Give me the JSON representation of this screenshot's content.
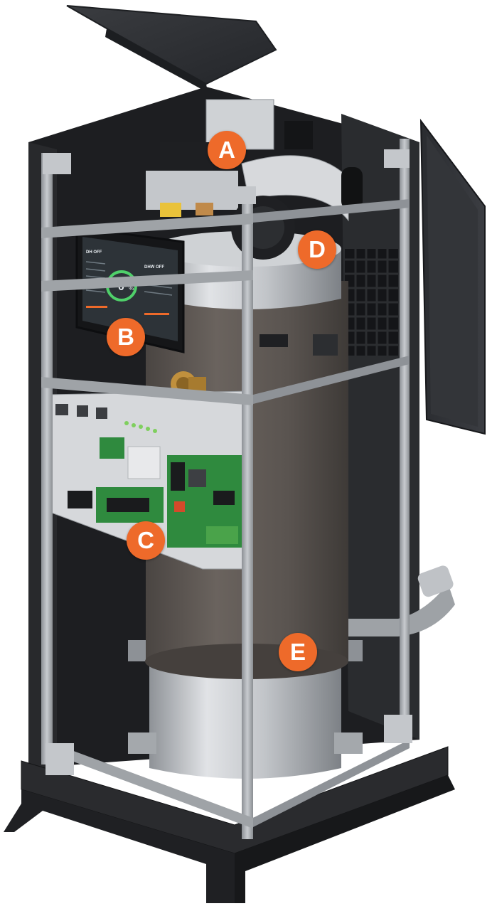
{
  "callouts": {
    "a": "A",
    "b": "B",
    "c": "C",
    "d": "D",
    "e": "E"
  },
  "screen": {
    "left_status": "DH OFF",
    "right_status": "DHW OFF",
    "gauge_value": "0",
    "gauge_unit": "%"
  },
  "colors": {
    "accent": "#ee6a2a",
    "cabinet": "#2b2d30",
    "frame": "#a9adb1",
    "tank": "#5d5753",
    "steel": "#c9ccd0",
    "board": "#2f8a3e",
    "screen_gauge": "#4fd06a"
  }
}
